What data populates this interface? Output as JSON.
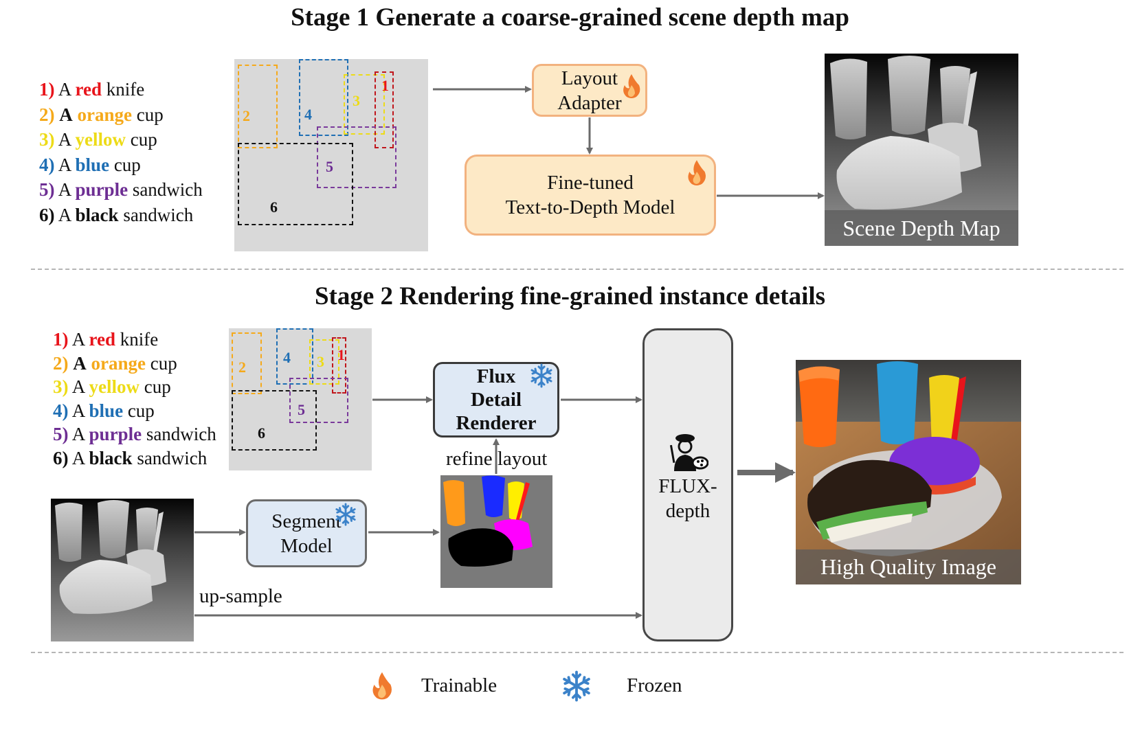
{
  "stage1": {
    "title": "Stage 1 Generate a coarse-grained scene depth map"
  },
  "stage2": {
    "title": "Stage 2 Rendering fine-grained instance details"
  },
  "prompts": [
    {
      "num": "1)",
      "article": "A",
      "word": "red",
      "noun": "knife",
      "color": "#e8141b",
      "article_bold": false
    },
    {
      "num": "2)",
      "article": "A",
      "word": "orange",
      "noun": "cup",
      "color": "#f5a91a",
      "article_bold": true
    },
    {
      "num": "3)",
      "article": "A",
      "word": "yellow",
      "noun": "cup",
      "color": "#eddb17",
      "article_bold": false
    },
    {
      "num": "4)",
      "article": "A",
      "word": "blue",
      "noun": "cup",
      "color": "#1f6fb4",
      "article_bold": false
    },
    {
      "num": "5)",
      "article": "A",
      "word": "purple",
      "noun": "sandwich",
      "color": "#6d2e93",
      "article_bold": false
    },
    {
      "num": "6)",
      "article": "A",
      "word": "black",
      "noun": "sandwich",
      "color": "#111111",
      "article_bold": false
    }
  ],
  "bbox_labels": [
    "1",
    "2",
    "3",
    "4",
    "5",
    "6"
  ],
  "layout_adapter": {
    "line1": "Layout",
    "line2": "Adapter",
    "status_icon": "flame-icon"
  },
  "text_to_depth": {
    "line1": "Fine-tuned",
    "line2": "Text-to-Depth Model",
    "status_icon": "flame-icon"
  },
  "scene_depth_map": {
    "caption": "Scene Depth Map"
  },
  "flux_detail_renderer": {
    "line1": "Flux",
    "line2": "Detail",
    "line3": "Renderer",
    "status_icon": "snowflake-icon"
  },
  "refine_layout_label": "refine layout",
  "segment_model": {
    "line1": "Segment",
    "line2": "Model",
    "status_icon": "snowflake-icon"
  },
  "upsample_label": "up-sample",
  "flux_depth": {
    "line1": "FLUX-",
    "line2": "depth",
    "icon": "painter-icon"
  },
  "output_image": {
    "caption": "High Quality Image"
  },
  "legend": {
    "trainable": {
      "label": "Trainable",
      "icon": "flame-icon"
    },
    "frozen": {
      "label": "Frozen",
      "icon": "snowflake-icon"
    }
  },
  "colors": {
    "trainable_box_fill": "#fde9c6",
    "trainable_box_border": "#f2b27f",
    "frozen_box_fill": "#dfe9f5",
    "flame": "#f07a2e",
    "snowflake": "#3b82c9",
    "arrow": "#6b6b6b"
  }
}
